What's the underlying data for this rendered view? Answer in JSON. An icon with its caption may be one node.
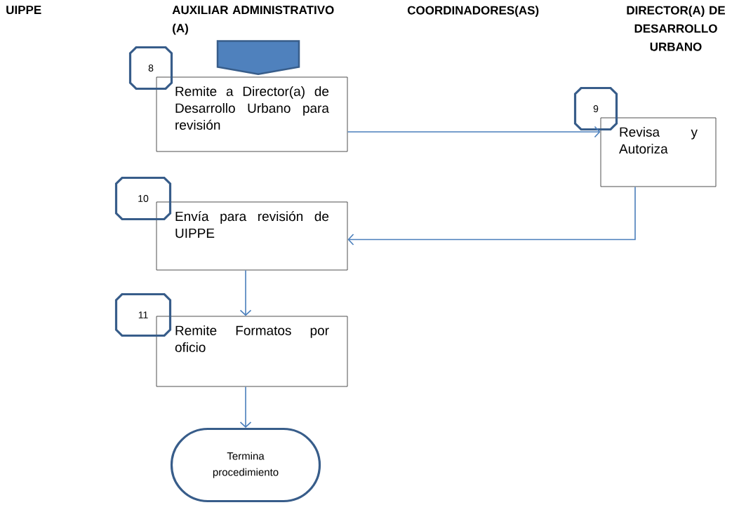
{
  "diagram": {
    "nodes": [
      {
        "text": [],
        "shape": "pentagon"
      },
      {
        "text": [
          "8"
        ]
      },
      {
        "text": [
          "Remite a Director(a) de Desarrollo Urbano para revisión"
        ]
      },
      {
        "text": [
          "9"
        ]
      },
      {
        "text": [
          "Revisa y Autoriza"
        ]
      },
      {
        "text": [
          "10"
        ]
      },
      {
        "text": [
          "Envía para revisión de UIPPE"
        ]
      },
      {
        "text": [
          "11"
        ]
      },
      {
        "text": [
          "Remite Formatos por oficio"
        ]
      },
      {
        "text": [
          "Termina procedimiento"
        ]
      }
    ],
    "edges": [
      {
        "from": 2,
        "to": 4,
        "arrow": "to"
      },
      {
        "from": 4,
        "to": 6,
        "arrow": "to"
      },
      {
        "from": 6,
        "to": 8,
        "arrow": "to"
      },
      {
        "from": 8,
        "to": 9,
        "arrow": "to"
      }
    ],
    "labels": [
      "UIPPE",
      "AUXILIAR ADMINISTRATIVO (A)",
      "COORDINADORES(AS)",
      "DIRECTOR(A) DE DESARROLLO URBANO"
    ]
  }
}
